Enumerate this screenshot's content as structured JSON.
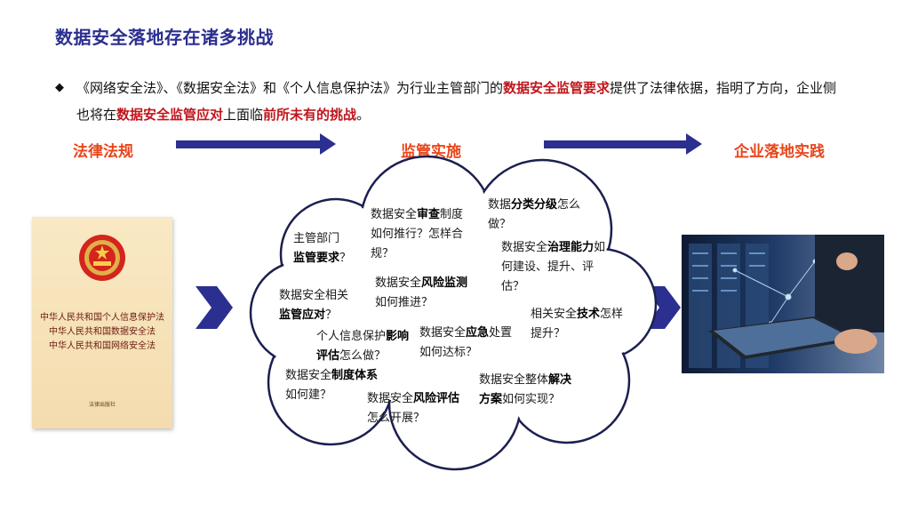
{
  "slide": {
    "title": "数据安全落地存在诸多挑战",
    "bullet": {
      "marker": "◆",
      "p1": "《网络安全法》、《数据安全法》和《个人信息保护法》为行业主管部门的",
      "p2": "数据安全监管要求",
      "p3": "提供了法律依据，指明了方向，企业侧也将在",
      "p4": "数据安全监管应对",
      "p5": "上面临",
      "p6": "前所未有的挑战",
      "p7": "。"
    },
    "stages": [
      "法律法规",
      "监管实施",
      "企业落地实践"
    ]
  },
  "book": {
    "lines": [
      "中华人民共和国个人信息保护法",
      "中华人民共和国数据安全法",
      "中华人民共和国网络安全法"
    ],
    "publisher": "法律出版社"
  },
  "cloud": {
    "q1": {
      "a": "主管部门",
      "b": "监管要求",
      "c": "？"
    },
    "q2": {
      "a": "数据安全",
      "b": "审查",
      "c": "制度如何推行？怎样合规？"
    },
    "q3": {
      "a": "数据",
      "b": "分类分级",
      "c": "怎么做？"
    },
    "q4": {
      "a": "数据安全",
      "b": "治理能力",
      "c": "如何建设、提升、评估？"
    },
    "q5": {
      "a": "数据安全相关",
      "b": "监管应对",
      "c": "？"
    },
    "q6": {
      "a": "数据安全",
      "b": "风险监测",
      "c": "如何推进？"
    },
    "q7": {
      "a": "相关安全",
      "b": "技术",
      "c": "怎样提升？"
    },
    "q8": {
      "a": "个人信息保护",
      "b": "影响评估",
      "c": "怎么做？"
    },
    "q9": {
      "a": "数据安全",
      "b": "应急",
      "c": "处置如何达标？"
    },
    "q10": {
      "a": "数据安全",
      "b": "制度体系",
      "c": "如何建？"
    },
    "q11": {
      "a": "数据安全",
      "b": "风险评估",
      "c": "怎么开展？"
    },
    "q12": {
      "a": "数据安全整体",
      "b": "解决方案",
      "c": "如何实现？"
    }
  },
  "colors": {
    "title": "#2b2f8f",
    "arrow": "#2b2f8f",
    "highlight": "#c0161c",
    "stage": "#e8461c"
  }
}
